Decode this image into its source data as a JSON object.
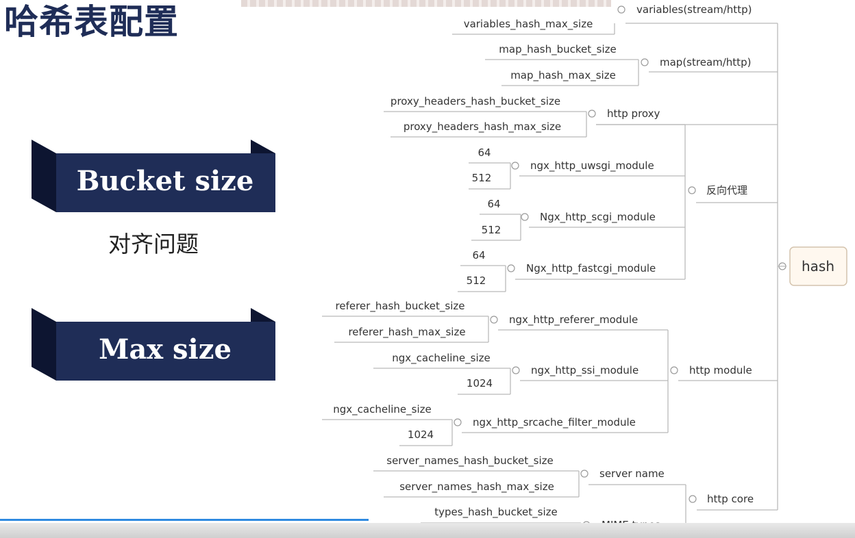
{
  "title": "哈希表配置",
  "sections": [
    {
      "label": "Bucket size",
      "note": "对齐问题"
    },
    {
      "label": "Max size",
      "note": ""
    }
  ],
  "colors": {
    "ribbon": "#1f2d57",
    "ribbon_shadow": "#0d1531",
    "root_fill": "#fff8ef",
    "progress": "#2f8ae0"
  },
  "mindmap": {
    "root": "hash",
    "branches": [
      {
        "label": "variables(stream/http)",
        "leaves": [
          "variables_hash_max_size"
        ]
      },
      {
        "label": "map(stream/http)",
        "leaves": [
          "map_hash_bucket_size",
          "map_hash_max_size"
        ]
      },
      {
        "label": "http proxy",
        "leaves": [
          "proxy_headers_hash_bucket_size",
          "proxy_headers_hash_max_size"
        ]
      },
      {
        "label": "反向代理",
        "children": [
          {
            "label": "ngx_http_uwsgi_module",
            "leaves": [
              "64",
              "512"
            ]
          },
          {
            "label": "Ngx_http_scgi_module",
            "leaves": [
              "64",
              "512"
            ]
          },
          {
            "label": "Ngx_http_fastcgi_module",
            "leaves": [
              "64",
              "512"
            ]
          }
        ]
      },
      {
        "label": "http module",
        "children": [
          {
            "label": "ngx_http_referer_module",
            "leaves": [
              "referer_hash_bucket_size",
              "referer_hash_max_size"
            ]
          },
          {
            "label": "ngx_http_ssi_module",
            "leaves": [
              "ngx_cacheline_size",
              "1024"
            ]
          },
          {
            "label": "ngx_http_srcache_filter_module",
            "leaves": [
              "ngx_cacheline_size",
              "1024"
            ]
          }
        ]
      },
      {
        "label": "http core",
        "children": [
          {
            "label": "server name",
            "leaves": [
              "server_names_hash_bucket_size",
              "server_names_hash_max_size"
            ]
          },
          {
            "label": "MIME types",
            "leaves": [
              "types_hash_bucket_size"
            ]
          }
        ]
      }
    ]
  }
}
